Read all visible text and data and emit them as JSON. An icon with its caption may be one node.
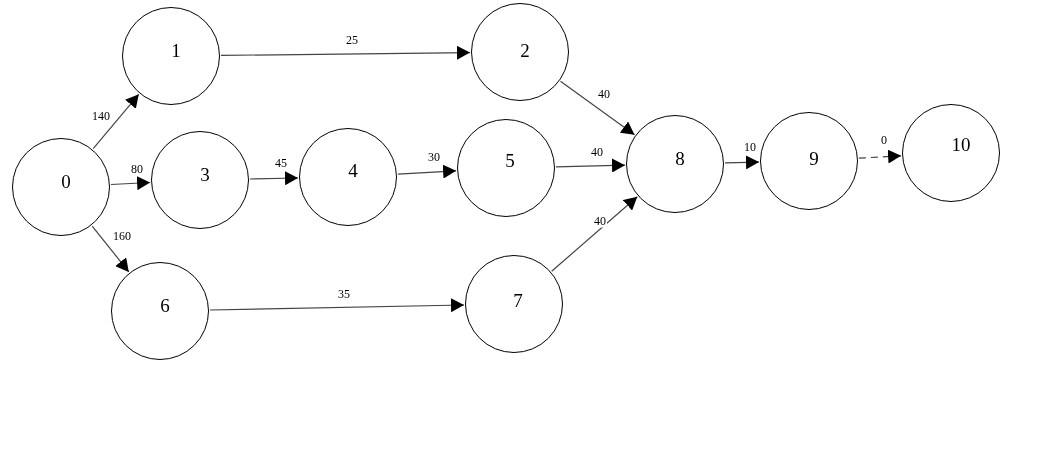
{
  "diagram": {
    "nodes": [
      {
        "text": [
          "0"
        ]
      },
      {
        "text": [
          "1"
        ]
      },
      {
        "text": [
          "2"
        ]
      },
      {
        "text": [
          "3"
        ]
      },
      {
        "text": [
          "4"
        ]
      },
      {
        "text": [
          "5"
        ]
      },
      {
        "text": [
          "6"
        ]
      },
      {
        "text": [
          "7"
        ]
      },
      {
        "text": [
          "8"
        ]
      },
      {
        "text": [
          "9"
        ]
      },
      {
        "text": [
          "10"
        ]
      }
    ],
    "edges": [
      {
        "from": 0,
        "to": 1,
        "arrow": "to",
        "label": "140"
      },
      {
        "from": 1,
        "to": 2,
        "arrow": "to",
        "label": "25"
      },
      {
        "from": 0,
        "to": 3,
        "arrow": "to",
        "label": "80"
      },
      {
        "from": 0,
        "to": 6,
        "arrow": "to",
        "label": "160"
      },
      {
        "from": 3,
        "to": 4,
        "arrow": "to",
        "label": "45"
      },
      {
        "from": 4,
        "to": 5,
        "arrow": "to",
        "label": "30"
      },
      {
        "from": 2,
        "to": 8,
        "arrow": "to",
        "label": "40"
      },
      {
        "from": 5,
        "to": 8,
        "arrow": "to",
        "label": "40"
      },
      {
        "from": 6,
        "to": 7,
        "arrow": "to",
        "label": "35"
      },
      {
        "from": 7,
        "to": 8,
        "arrow": "to",
        "label": "40"
      },
      {
        "from": 8,
        "to": 9,
        "arrow": "to",
        "label": "10"
      },
      {
        "from": 9,
        "to": 10,
        "arrow": "to",
        "label": "0",
        "style": "dashed"
      }
    ]
  }
}
